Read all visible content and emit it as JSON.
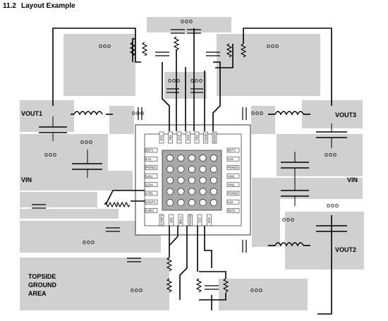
{
  "header": {
    "section_number": "11.2",
    "section_title": "Layout Example"
  },
  "labels": {
    "vout1": "VOUT1",
    "vout2": "VOUT2",
    "vout3": "VOUT3",
    "vin_left": "VIN",
    "vin_right": "VIN",
    "ground_line1": "TOPSIDE",
    "ground_line2": "GROUND",
    "ground_line3": "AREA"
  },
  "ic": {
    "left_pins": [
      "BST1",
      "LX1",
      "PGND1",
      "VIN1",
      "LEN1",
      "LFB1",
      "LOUT1",
      "LMD1"
    ],
    "right_pins": [
      "BST3",
      "LX3",
      "PGND3",
      "VIN3",
      "VIN2",
      "PGND2",
      "LX2",
      "BST2"
    ],
    "top_pins": [
      "EN1",
      "FB1",
      "EN2",
      "EN3",
      "FB3",
      "AGND",
      "MODE3"
    ],
    "bottom_pins": [
      "COMP1",
      "SS1",
      "BPLA",
      "PGOOD",
      "SS2",
      "EN2"
    ]
  },
  "via_marker": "ooo"
}
